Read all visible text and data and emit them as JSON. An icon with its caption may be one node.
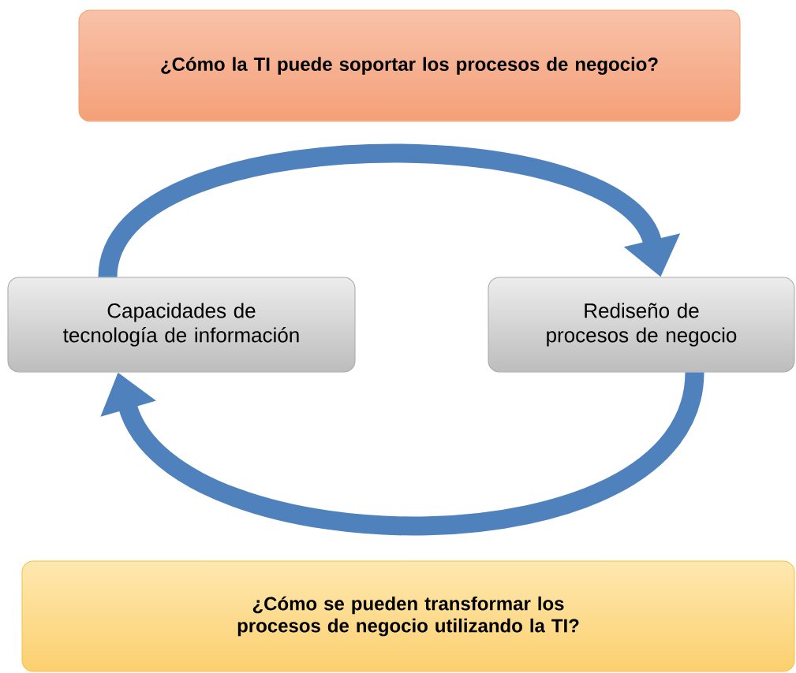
{
  "diagram": {
    "nodes": [
      {
        "text": [
          "¿Cómo la TI puede soportar los procesos de negocio?"
        ]
      },
      {
        "text": [
          "Capacidades de tecnología de información"
        ]
      },
      {
        "text": [
          "Rediseño de procesos de negocio"
        ]
      },
      {
        "text": [
          "¿Cómo se pueden transformar los procesos de negocio utilizando la TI?"
        ]
      }
    ],
    "edges": [
      {
        "from": 1,
        "to": 2,
        "arrow": "to"
      },
      {
        "from": 2,
        "to": 1,
        "arrow": "to"
      }
    ]
  }
}
